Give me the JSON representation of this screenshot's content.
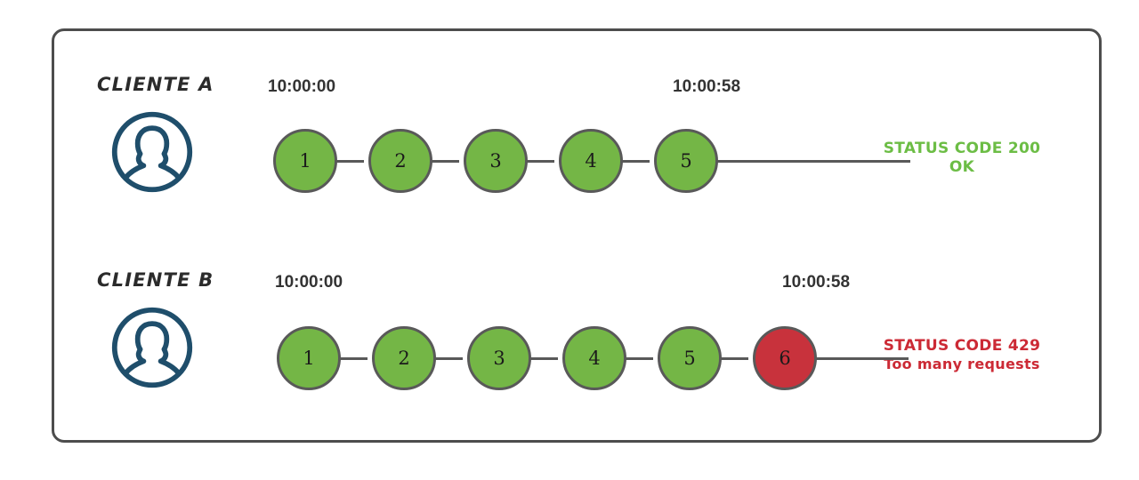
{
  "diagram": {
    "title_present": false,
    "colors": {
      "node_ok": "#74b646",
      "node_fail": "#c8323c",
      "node_border": "#595959",
      "avatar": "#1f4e6b",
      "frame_border": "#4d4d4d",
      "status_ok": "#6cbd45",
      "status_fail": "#cc2a35",
      "timestamp": "#333333",
      "label": "#2b2b2b"
    },
    "rows": [
      {
        "client_label": "CLIENTE A",
        "avatar_icon": "user-avatar-icon",
        "time_start": "10:00:00",
        "time_end": "10:00:58",
        "nodes": [
          {
            "number": "1",
            "state": "ok"
          },
          {
            "number": "2",
            "state": "ok"
          },
          {
            "number": "3",
            "state": "ok"
          },
          {
            "number": "4",
            "state": "ok"
          },
          {
            "number": "5",
            "state": "ok"
          }
        ],
        "status_line1": "STATUS CODE 200",
        "status_line2": "OK",
        "status_state": "ok"
      },
      {
        "client_label": "CLIENTE B",
        "avatar_icon": "user-avatar-icon",
        "time_start": "10:00:00",
        "time_end": "10:00:58",
        "nodes": [
          {
            "number": "1",
            "state": "ok"
          },
          {
            "number": "2",
            "state": "ok"
          },
          {
            "number": "3",
            "state": "ok"
          },
          {
            "number": "4",
            "state": "ok"
          },
          {
            "number": "5",
            "state": "ok"
          },
          {
            "number": "6",
            "state": "fail"
          }
        ],
        "status_line1": "STATUS CODE 429",
        "status_line2": "Too many requests",
        "status_state": "fail"
      }
    ]
  }
}
